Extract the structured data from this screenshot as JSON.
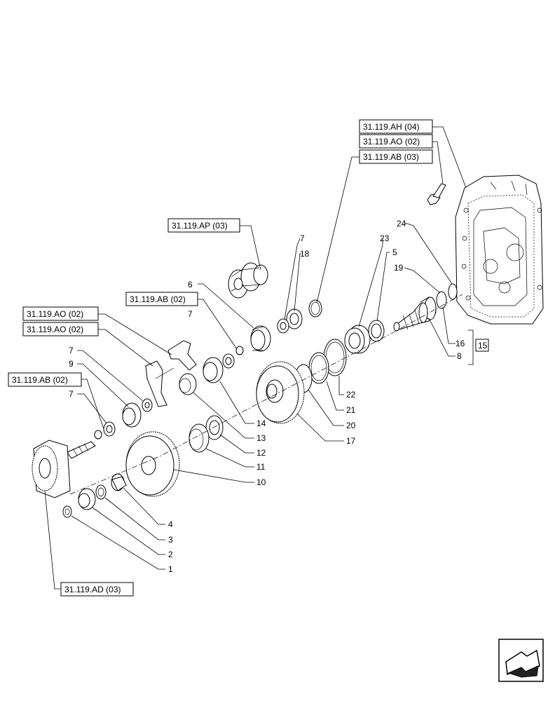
{
  "references": [
    "31.119.AH (04)",
    "31.119.AO (02)",
    "31.119.AB (03)",
    "31.119.AP (03)",
    "31.119.AB (02)",
    "31.119.AO (02)",
    "31.119.AO (02)",
    "31.119.AB (02)",
    "31.119.AD (03)"
  ],
  "part_numbers": {
    "p24": "24",
    "p23": "23",
    "p5": "5",
    "p19": "19",
    "p7a": "7",
    "p18": "18",
    "p6": "6",
    "p7b": "7",
    "p7c": "7",
    "p9": "9",
    "p7d": "7",
    "p16": "16",
    "p15": "15",
    "p8": "8",
    "p22": "22",
    "p21": "21",
    "p20": "20",
    "p17": "17",
    "p14": "14",
    "p13": "13",
    "p12": "12",
    "p11": "11",
    "p10": "10",
    "p4": "4",
    "p3": "3",
    "p2": "2",
    "p1": "1"
  },
  "icons": {
    "nav": "next-page-arrow-icon"
  }
}
